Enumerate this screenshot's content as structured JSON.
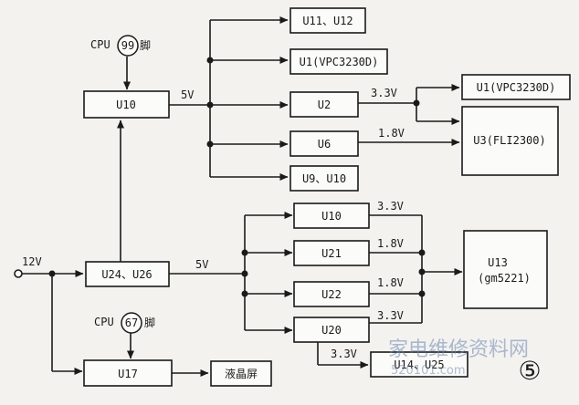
{
  "boxes": {
    "u10": "U10",
    "u11_12": "U11、U12",
    "u1_top": "U1(VPC3230D)",
    "u2": "U2",
    "u1_right": "U1(VPC3230D)",
    "u6": "U6",
    "u3": "U3(FLI2300)",
    "u9_10": "U9、U10",
    "u24_26": "U24、U26",
    "u10b": "U10",
    "u21": "U21",
    "u22": "U22",
    "u20": "U20",
    "u13_a": "U13",
    "u13_b": "(gm5221)",
    "u17": "U17",
    "lcd": "液晶屏",
    "u14_25": "U14、U25"
  },
  "labels": {
    "cpu_a": "CPU",
    "pin_a": "99",
    "foot_a": "脚",
    "cpu_b": "CPU",
    "pin_b": "67",
    "foot_b": "脚",
    "v12": "12V",
    "v5_top": "5V",
    "v5_mid": "5V",
    "v33_u2": "3.3V",
    "v18_u6": "1.8V",
    "v33_u10": "3.3V",
    "v18_u21": "1.8V",
    "v18_u22": "1.8V",
    "v33_u20": "3.3V",
    "v33_u14": "3.3V",
    "fig_num": "⑤",
    "watermark_cn": "家电维修资料网",
    "watermark_url": "520101.com"
  }
}
